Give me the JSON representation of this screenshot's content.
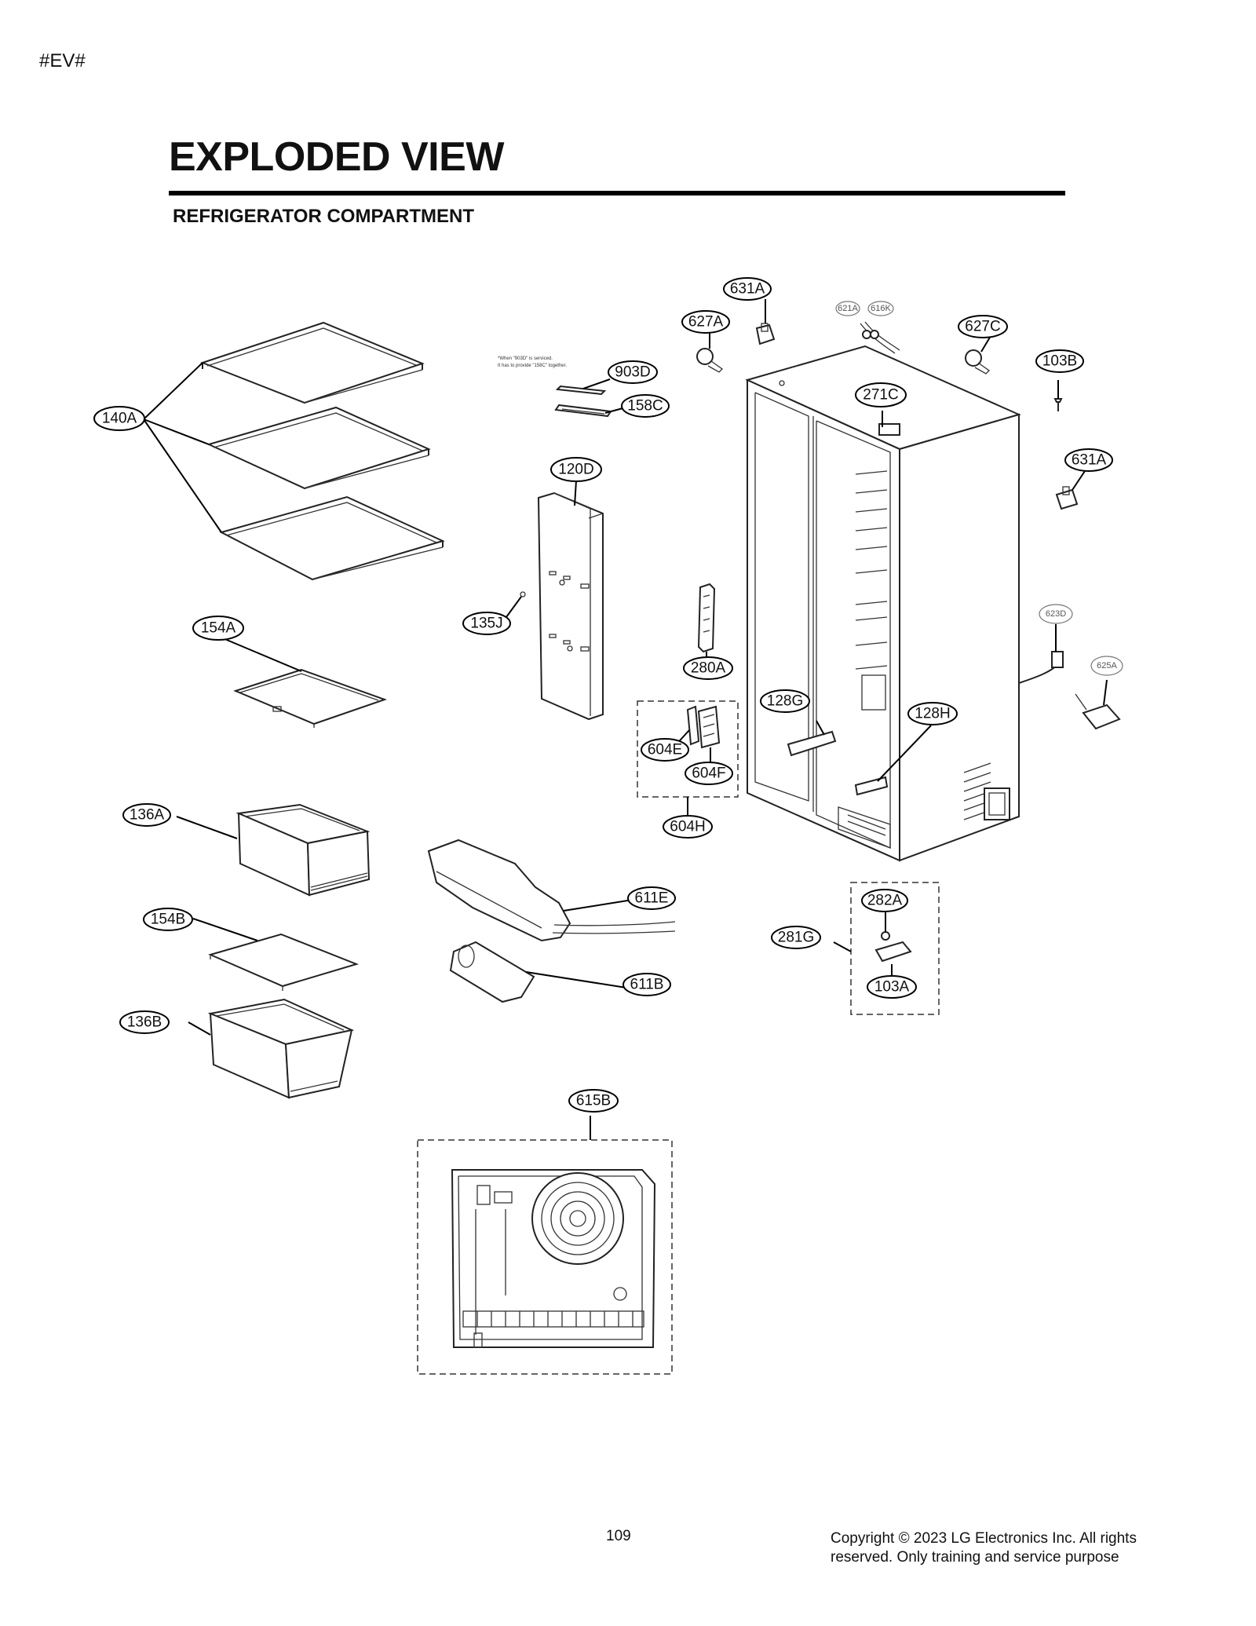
{
  "page_tag": "#EV#",
  "title": "EXPLODED VIEW",
  "subtitle": "REFRIGERATOR COMPARTMENT",
  "note_lines": [
    "*When \"903D\" is serviced.",
    "It has to provide \"158C\" together."
  ],
  "callouts": {
    "c631A_top": "631A",
    "c627A": "627A",
    "c621A": "621A",
    "c616K": "616K",
    "c627C": "627C",
    "c103B": "103B",
    "c903D": "903D",
    "c158C": "158C",
    "c271C": "271C",
    "c631A_right": "631A",
    "c140A": "140A",
    "c120D": "120D",
    "c135J": "135J",
    "c154A": "154A",
    "c280A": "280A",
    "c623D": "623D",
    "c625A": "625A",
    "c128G": "128G",
    "c128H": "128H",
    "c604E": "604E",
    "c604F": "604F",
    "c604H": "604H",
    "c136A": "136A",
    "c611E": "611E",
    "c282A": "282A",
    "c154B": "154B",
    "c281G": "281G",
    "c611B": "611B",
    "c103A": "103A",
    "c136B": "136B",
    "c615B": "615B"
  },
  "page_number": "109",
  "copyright_line1": "Copyright © 2023 LG Electronics Inc. All rights",
  "copyright_line2": "reserved. Only training and service purpose"
}
